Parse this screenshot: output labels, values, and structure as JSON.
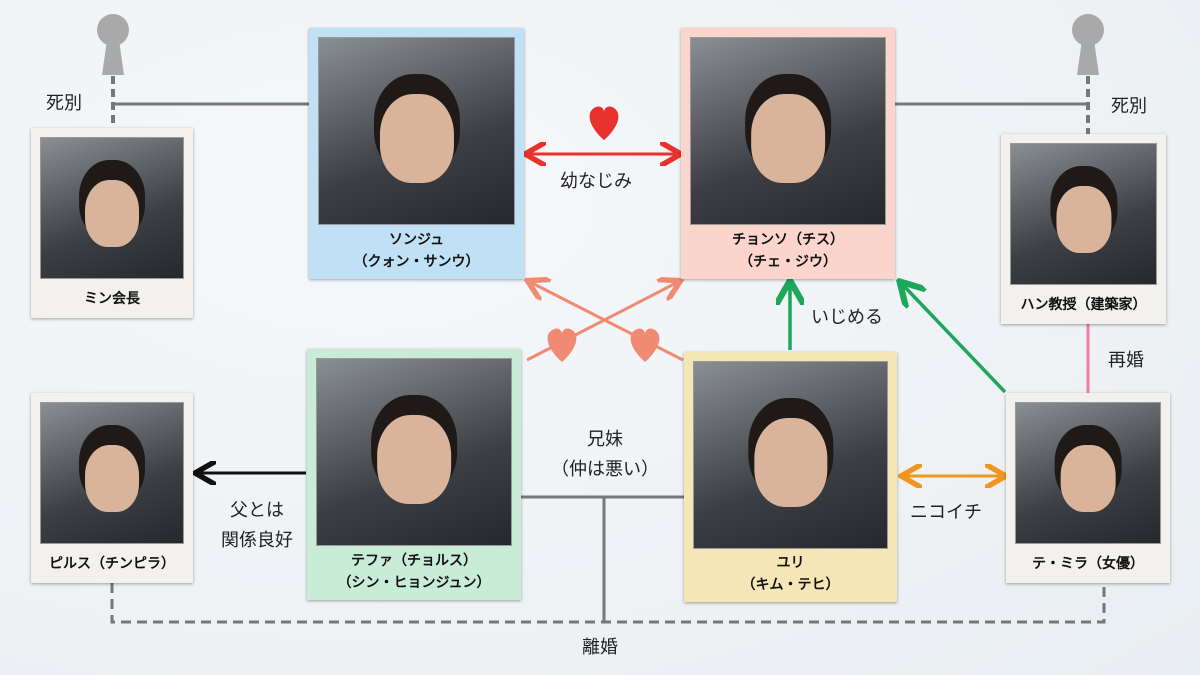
{
  "people": [
    {
      "id": "min",
      "name": "ミン会長"
    },
    {
      "id": "sonju",
      "name": "ソンジュ",
      "actor": "（クォン・サンウ）"
    },
    {
      "id": "chonso",
      "name": "チョンソ（チス）",
      "actor": "（チェ・ジウ）"
    },
    {
      "id": "han",
      "name": "ハン教授（建築家）"
    },
    {
      "id": "pirusu",
      "name": "ピルス（チンピラ）"
    },
    {
      "id": "tefa",
      "name": "テファ（チョルス）",
      "actor": "（シン・ヒョンジュン）"
    },
    {
      "id": "yuri",
      "name": "ユリ",
      "actor": "（キム・テヒ）"
    },
    {
      "id": "mira",
      "name": "テ・ミラ（女優）"
    }
  ],
  "relations": {
    "death_left": "死別",
    "death_right": "死別",
    "childhood": "幼なじみ",
    "bully": "いじめる",
    "remarry": "再婚",
    "siblings_1": "兄妹",
    "siblings_2": "（仲は悪い）",
    "father_1": "父とは",
    "father_2": "関係良好",
    "pair": "ニコイチ",
    "divorce": "離婚"
  },
  "colors": {
    "love": "#e8322e",
    "crush": "#f08a72",
    "bully": "#1ea65a",
    "pair": "#f0961e",
    "remarry": "#ef7f9c",
    "line": "#777777"
  }
}
